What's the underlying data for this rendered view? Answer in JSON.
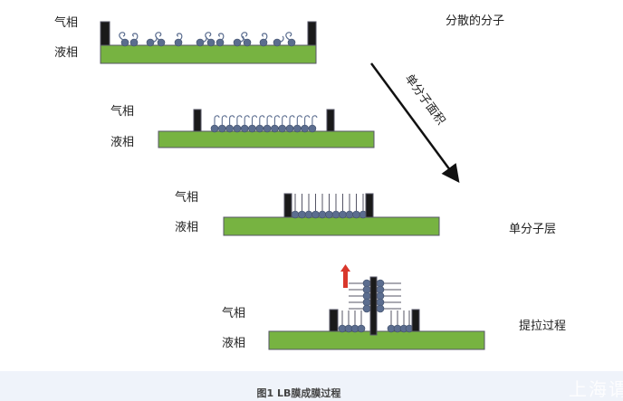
{
  "labels": {
    "gas": "气相",
    "liquid": "液相"
  },
  "stages": {
    "dispersed": "分散的分子",
    "compress": "单分子面积",
    "monolayer": "单分子层",
    "pulling": "提拉过程"
  },
  "caption": "图1 LB膜成膜过程",
  "watermark": "上海谓",
  "colors": {
    "water": "#77b341",
    "barrier": "#1a1a1a",
    "molecule": "#5b6d8f",
    "arrow": "#d9372b"
  }
}
